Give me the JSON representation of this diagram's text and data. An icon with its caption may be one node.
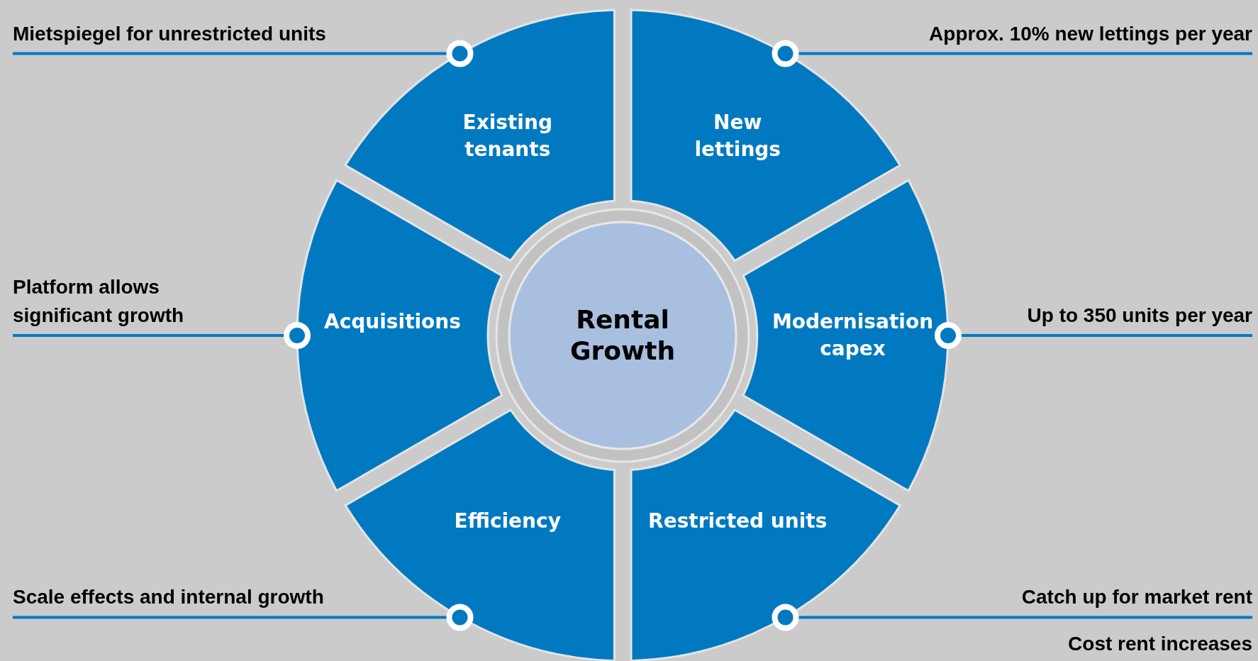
{
  "diagram": {
    "nodes": [
      {
        "text": [
          "Mietspiegel for unrestricted units"
        ]
      },
      {
        "text": [
          "Approx. 10% new lettings per year"
        ]
      },
      {
        "text": [
          "Existing tenants"
        ]
      },
      {
        "text": [
          "New lettings"
        ]
      },
      {
        "text": [
          "Platform allows significant growth"
        ]
      },
      {
        "text": [
          "Acquisitions"
        ]
      },
      {
        "text": [
          "Rental Growth"
        ]
      },
      {
        "text": [
          "Modernisation capex"
        ]
      },
      {
        "text": [
          "Up to 350 units per year"
        ]
      },
      {
        "text": [
          "Efficiency"
        ]
      },
      {
        "text": [
          "Restricted units"
        ]
      },
      {
        "text": [
          "Scale effects and internal growth"
        ]
      },
      {
        "text": [
          "Catch up for market rent",
          "Cost rent increases"
        ]
      }
    ],
    "edges": [
      {
        "from": 0,
        "to": 2,
        "arrow": "other"
      },
      {
        "from": 1,
        "to": 3,
        "arrow": "other"
      },
      {
        "from": 4,
        "to": 5,
        "arrow": "other"
      },
      {
        "from": 8,
        "to": 7,
        "arrow": "other"
      },
      {
        "from": 11,
        "to": 9,
        "arrow": "other"
      },
      {
        "from": 12,
        "to": 10,
        "arrow": "other"
      }
    ]
  }
}
